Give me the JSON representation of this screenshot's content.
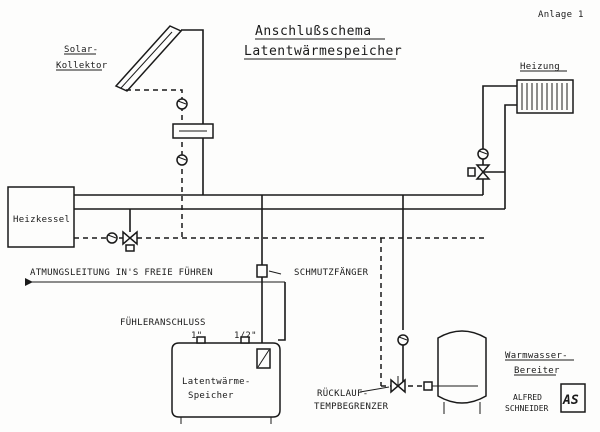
{
  "annex_label": "Anlage 1",
  "title_line1": "Anschlußschema",
  "title_line2": "Latentwärmespeicher",
  "solar_label_1": "Solar-",
  "solar_label_2": "Kollektor",
  "heating_label": "Heizung",
  "boiler_label": "Heizkessel",
  "vent_label": "ATMUNGSLEITUNG IN'S FREIE FÜHREN",
  "dirt_trap_label": "SCHMUTZFÄNGER",
  "sensor_label": "FÜHLERANSCHLUSS",
  "port_1_label": "1\"",
  "port_half_label": "1/2\"",
  "storage_label_1": "Latentwärme-",
  "storage_label_2": "Speicher",
  "return_label_1": "RÜCKLAUF-",
  "return_label_2": "TEMPBEGRENZER",
  "water_heater_label_1": "Warmwasser-",
  "water_heater_label_2": "Bereiter",
  "logo_letters": "AS",
  "company_line_1": "ALFRED",
  "company_line_2": "SCHNEIDER"
}
